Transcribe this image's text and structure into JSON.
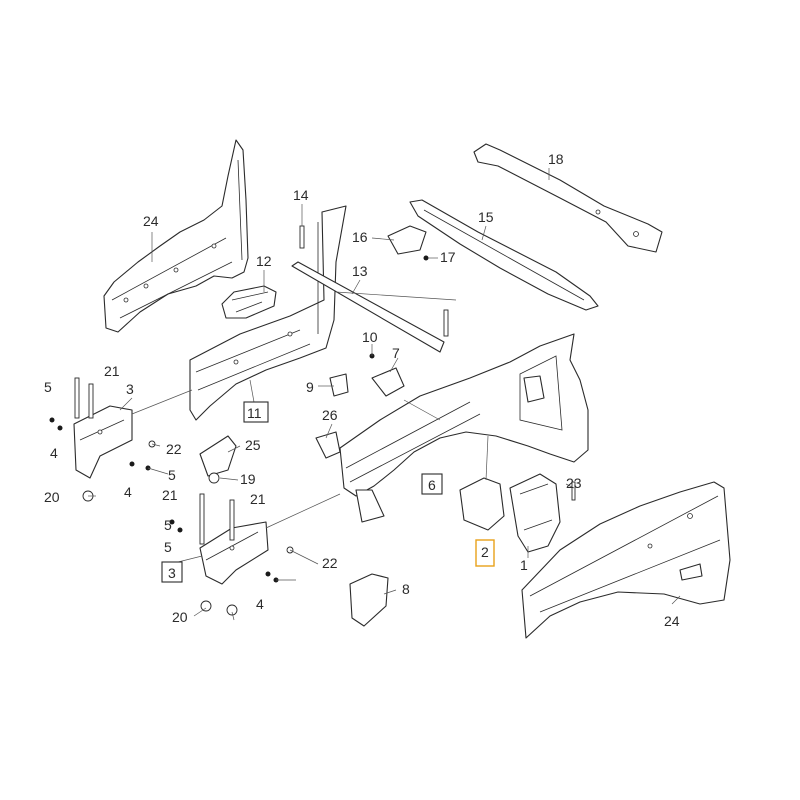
{
  "callouts": {
    "c1": "1",
    "c2": "2",
    "c3": "3",
    "c3_box": "3",
    "c4_left": "4",
    "c4_bottom": "4",
    "c4_mid": "4",
    "c5_a": "5",
    "c5_b": "5",
    "c5_c": "5",
    "c5_d": "5",
    "c6": "6",
    "c7": "7",
    "c8": "8",
    "c9": "9",
    "c10": "10",
    "c11": "11",
    "c12": "12",
    "c13": "13",
    "c14": "14",
    "c15": "15",
    "c16": "16",
    "c17": "17",
    "c18": "18",
    "c19": "19",
    "c20_top": "20",
    "c20_bottom": "20",
    "c21_a": "21",
    "c21_b": "21",
    "c21_c": "21",
    "c22_a": "22",
    "c22_b": "22",
    "c23": "23",
    "c24_left": "24",
    "c24_right": "24",
    "c25": "25",
    "c26": "26"
  },
  "colors": {
    "highlight": "#e8a11a",
    "line": "#2b2b2b"
  }
}
